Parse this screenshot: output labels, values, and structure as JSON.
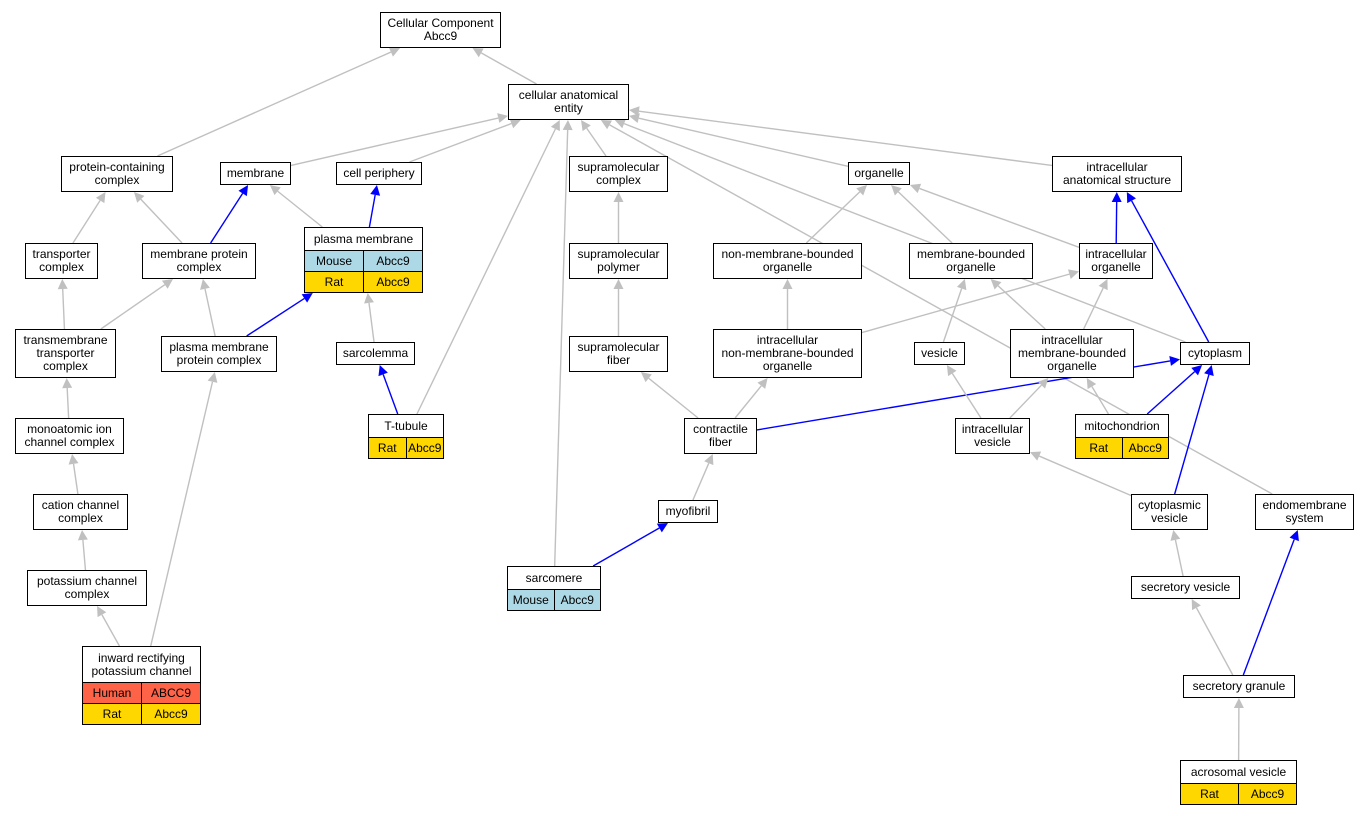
{
  "diagram": {
    "colors": {
      "is_a_edge": "#c0c0c0",
      "part_of_edge": "#0000ff",
      "mouse": "#add8e6",
      "rat": "#ffd700",
      "human": "#ff6347"
    },
    "nodes": [
      {
        "id": "root",
        "label": "Cellular Component\nAbcc9",
        "annotations": []
      },
      {
        "id": "cae",
        "label": "cellular anatomical\nentity",
        "annotations": []
      },
      {
        "id": "pcc",
        "label": "protein-containing\ncomplex",
        "annotations": []
      },
      {
        "id": "mem",
        "label": "membrane",
        "annotations": []
      },
      {
        "id": "cp",
        "label": "cell periphery",
        "annotations": []
      },
      {
        "id": "pm",
        "label": "plasma membrane",
        "annotations": [
          {
            "species": "Mouse",
            "gene": "Abcc9",
            "color": "#add8e6"
          },
          {
            "species": "Rat",
            "gene": "Abcc9",
            "color": "#ffd700"
          }
        ]
      },
      {
        "id": "smc",
        "label": "supramolecular\ncomplex",
        "annotations": []
      },
      {
        "id": "org",
        "label": "organelle",
        "annotations": []
      },
      {
        "id": "ias",
        "label": "intracellular\nanatomical structure",
        "annotations": []
      },
      {
        "id": "tc",
        "label": "transporter\ncomplex",
        "annotations": []
      },
      {
        "id": "mpc",
        "label": "membrane protein\ncomplex",
        "annotations": []
      },
      {
        "id": "smp",
        "label": "supramolecular\npolymer",
        "annotations": []
      },
      {
        "id": "nmbo",
        "label": "non-membrane-bounded\norganelle",
        "annotations": []
      },
      {
        "id": "mbo",
        "label": "membrane-bounded\norganelle",
        "annotations": []
      },
      {
        "id": "io",
        "label": "intracellular\norganelle",
        "annotations": []
      },
      {
        "id": "ttc",
        "label": "transmembrane\ntransporter\ncomplex",
        "annotations": []
      },
      {
        "id": "pmpc",
        "label": "plasma membrane\nprotein complex",
        "annotations": []
      },
      {
        "id": "sl",
        "label": "sarcolemma",
        "annotations": []
      },
      {
        "id": "smf",
        "label": "supramolecular\nfiber",
        "annotations": []
      },
      {
        "id": "inmbo",
        "label": "intracellular\nnon-membrane-bounded\norganelle",
        "annotations": []
      },
      {
        "id": "ves",
        "label": "vesicle",
        "annotations": []
      },
      {
        "id": "imbo",
        "label": "intracellular\nmembrane-bounded\norganelle",
        "annotations": []
      },
      {
        "id": "cyto",
        "label": "cytoplasm",
        "annotations": []
      },
      {
        "id": "micc",
        "label": "monoatomic ion\nchannel complex",
        "annotations": []
      },
      {
        "id": "tt",
        "label": "T-tubule",
        "annotations": [
          {
            "species": "Rat",
            "gene": "Abcc9",
            "color": "#ffd700"
          }
        ]
      },
      {
        "id": "cf",
        "label": "contractile\nfiber",
        "annotations": []
      },
      {
        "id": "iv",
        "label": "intracellular\nvesicle",
        "annotations": []
      },
      {
        "id": "mito",
        "label": "mitochondrion",
        "annotations": [
          {
            "species": "Rat",
            "gene": "Abcc9",
            "color": "#ffd700"
          }
        ]
      },
      {
        "id": "ccc",
        "label": "cation channel\ncomplex",
        "annotations": []
      },
      {
        "id": "myo",
        "label": "myofibril",
        "annotations": []
      },
      {
        "id": "cv",
        "label": "cytoplasmic\nvesicle",
        "annotations": []
      },
      {
        "id": "ems",
        "label": "endomembrane\nsystem",
        "annotations": []
      },
      {
        "id": "sarc",
        "label": "sarcomere",
        "annotations": [
          {
            "species": "Mouse",
            "gene": "Abcc9",
            "color": "#add8e6"
          }
        ]
      },
      {
        "id": "kcc",
        "label": "potassium channel\ncomplex",
        "annotations": []
      },
      {
        "id": "sv",
        "label": "secretory vesicle",
        "annotations": []
      },
      {
        "id": "irkc",
        "label": "inward rectifying\npotassium channel",
        "annotations": [
          {
            "species": "Human",
            "gene": "ABCC9",
            "color": "#ff6347"
          },
          {
            "species": "Rat",
            "gene": "Abcc9",
            "color": "#ffd700"
          }
        ]
      },
      {
        "id": "sg",
        "label": "secretory granule",
        "annotations": []
      },
      {
        "id": "av",
        "label": "acrosomal vesicle",
        "annotations": [
          {
            "species": "Rat",
            "gene": "Abcc9",
            "color": "#ffd700"
          }
        ]
      }
    ],
    "edges": [
      {
        "from": "cae",
        "to": "root",
        "type": "is_a"
      },
      {
        "from": "pcc",
        "to": "root",
        "type": "is_a"
      },
      {
        "from": "mem",
        "to": "cae",
        "type": "is_a"
      },
      {
        "from": "cp",
        "to": "cae",
        "type": "is_a"
      },
      {
        "from": "smc",
        "to": "cae",
        "type": "is_a"
      },
      {
        "from": "org",
        "to": "cae",
        "type": "is_a"
      },
      {
        "from": "ias",
        "to": "cae",
        "type": "is_a"
      },
      {
        "from": "cyto",
        "to": "cae",
        "type": "is_a"
      },
      {
        "from": "ems",
        "to": "cae",
        "type": "is_a"
      },
      {
        "from": "tt",
        "to": "cae",
        "type": "is_a"
      },
      {
        "from": "sarc",
        "to": "cae",
        "type": "is_a"
      },
      {
        "from": "tc",
        "to": "pcc",
        "type": "is_a"
      },
      {
        "from": "mpc",
        "to": "pcc",
        "type": "is_a"
      },
      {
        "from": "mpc",
        "to": "mem",
        "type": "part_of"
      },
      {
        "from": "pm",
        "to": "mem",
        "type": "is_a"
      },
      {
        "from": "pm",
        "to": "cp",
        "type": "part_of"
      },
      {
        "from": "ttc",
        "to": "tc",
        "type": "is_a"
      },
      {
        "from": "ttc",
        "to": "mpc",
        "type": "is_a"
      },
      {
        "from": "pmpc",
        "to": "mpc",
        "type": "is_a"
      },
      {
        "from": "pmpc",
        "to": "pm",
        "type": "part_of"
      },
      {
        "from": "sl",
        "to": "pm",
        "type": "is_a"
      },
      {
        "from": "tt",
        "to": "sl",
        "type": "part_of"
      },
      {
        "from": "smp",
        "to": "smc",
        "type": "is_a"
      },
      {
        "from": "smf",
        "to": "smp",
        "type": "is_a"
      },
      {
        "from": "nmbo",
        "to": "org",
        "type": "is_a"
      },
      {
        "from": "mbo",
        "to": "org",
        "type": "is_a"
      },
      {
        "from": "io",
        "to": "org",
        "type": "is_a"
      },
      {
        "from": "io",
        "to": "ias",
        "type": "part_of"
      },
      {
        "from": "cyto",
        "to": "ias",
        "type": "part_of"
      },
      {
        "from": "inmbo",
        "to": "nmbo",
        "type": "is_a"
      },
      {
        "from": "inmbo",
        "to": "io",
        "type": "is_a"
      },
      {
        "from": "ves",
        "to": "mbo",
        "type": "is_a"
      },
      {
        "from": "imbo",
        "to": "mbo",
        "type": "is_a"
      },
      {
        "from": "imbo",
        "to": "io",
        "type": "is_a"
      },
      {
        "from": "micc",
        "to": "ttc",
        "type": "is_a"
      },
      {
        "from": "ccc",
        "to": "micc",
        "type": "is_a"
      },
      {
        "from": "kcc",
        "to": "ccc",
        "type": "is_a"
      },
      {
        "from": "irkc",
        "to": "kcc",
        "type": "is_a"
      },
      {
        "from": "irkc",
        "to": "pmpc",
        "type": "is_a"
      },
      {
        "from": "cf",
        "to": "smf",
        "type": "is_a"
      },
      {
        "from": "cf",
        "to": "inmbo",
        "type": "is_a"
      },
      {
        "from": "cf",
        "to": "cyto",
        "type": "part_of"
      },
      {
        "from": "myo",
        "to": "cf",
        "type": "is_a"
      },
      {
        "from": "sarc",
        "to": "myo",
        "type": "part_of"
      },
      {
        "from": "iv",
        "to": "ves",
        "type": "is_a"
      },
      {
        "from": "iv",
        "to": "imbo",
        "type": "is_a"
      },
      {
        "from": "mito",
        "to": "imbo",
        "type": "is_a"
      },
      {
        "from": "mito",
        "to": "cyto",
        "type": "part_of"
      },
      {
        "from": "cv",
        "to": "iv",
        "type": "is_a"
      },
      {
        "from": "cv",
        "to": "cyto",
        "type": "part_of"
      },
      {
        "from": "sv",
        "to": "cv",
        "type": "is_a"
      },
      {
        "from": "sg",
        "to": "sv",
        "type": "is_a"
      },
      {
        "from": "sg",
        "to": "ems",
        "type": "part_of"
      },
      {
        "from": "av",
        "to": "sg",
        "type": "is_a"
      }
    ]
  }
}
